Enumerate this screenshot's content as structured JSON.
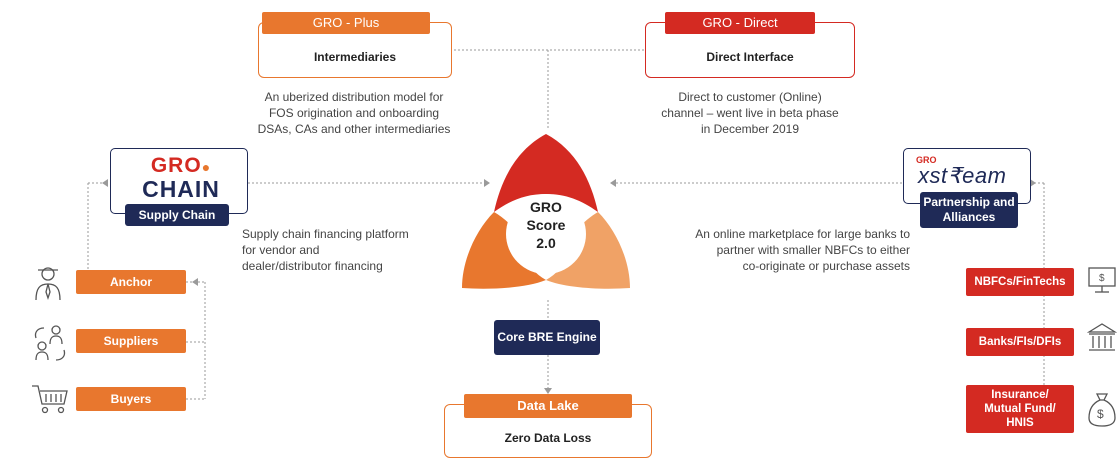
{
  "gro_plus": {
    "tag": "GRO - Plus",
    "title": "Intermediaries",
    "desc": [
      "An uberized distribution model for",
      "FOS origination and onboarding",
      "DSAs, CAs and other intermediaries"
    ]
  },
  "gro_direct": {
    "tag": "GRO - Direct",
    "title": "Direct Interface",
    "desc": [
      "Direct to customer (Online)",
      "channel – went live in beta phase",
      "in December 2019"
    ]
  },
  "gro_chain": {
    "logo_line1": "GRO",
    "logo_line2": "CHAIN",
    "label": "Supply Chain",
    "desc": [
      "Supply chain financing platform",
      "for vendor and",
      "dealer/distributor financing"
    ],
    "items": [
      {
        "label": "Anchor",
        "icon": "person-tie-icon"
      },
      {
        "label": "Suppliers",
        "icon": "people-exchange-icon"
      },
      {
        "label": "Buyers",
        "icon": "shopping-cart-icon"
      }
    ]
  },
  "gro_xstream": {
    "logo_small": "GRO",
    "logo_main": "xst₹eam",
    "label_line1": "Partnership and",
    "label_line2": "Alliances",
    "desc": [
      "An online marketplace for large banks to",
      "partner with smaller NBFCs to either",
      "co-originate or purchase assets"
    ],
    "items": [
      {
        "label_lines": [
          "NBFCs/FinTechs"
        ],
        "icon": "computer-icon"
      },
      {
        "label_lines": [
          "Banks/FIs/DFIs"
        ],
        "icon": "bank-icon"
      },
      {
        "label_lines": [
          "Insurance/",
          "Mutual Fund/",
          "HNIS"
        ],
        "icon": "money-bag-icon"
      }
    ]
  },
  "center": {
    "line1": "GRO",
    "line2": "Score",
    "line3": "2.0",
    "engine": "Core BRE Engine"
  },
  "data_lake": {
    "tag": "Data Lake",
    "title": "Zero Data Loss"
  },
  "colors": {
    "orange": "#e8772e",
    "red": "#d42a22",
    "navy": "#1f2a57",
    "light_orange": "#f0a266"
  }
}
